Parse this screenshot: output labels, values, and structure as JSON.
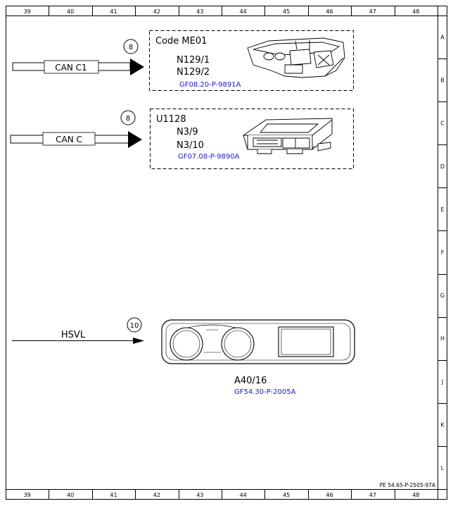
{
  "ruler": {
    "columns": [
      "39",
      "40",
      "41",
      "42",
      "43",
      "44",
      "45",
      "46",
      "47",
      "48"
    ],
    "rows": [
      "A",
      "B",
      "C",
      "D",
      "E",
      "F",
      "G",
      "H",
      "J",
      "K",
      "L"
    ]
  },
  "blocks": [
    {
      "bus_label": "CAN C1",
      "circle_number": "8",
      "code": "Code ME01",
      "items": [
        "N129/1",
        "N129/2"
      ],
      "reference": "GF08.20-P-9891A"
    },
    {
      "bus_label": "CAN C",
      "circle_number": "8",
      "code": "U1128",
      "items": [
        "N3/9",
        "N3/10"
      ],
      "reference": "GF07.08-P-9890A"
    }
  ],
  "cluster": {
    "bus_label": "HSVL",
    "circle_number": "10",
    "component": "A40/16",
    "reference": "GF54.30-P-2005A"
  },
  "footer_code": "PE 54.65-P-2505-97A"
}
